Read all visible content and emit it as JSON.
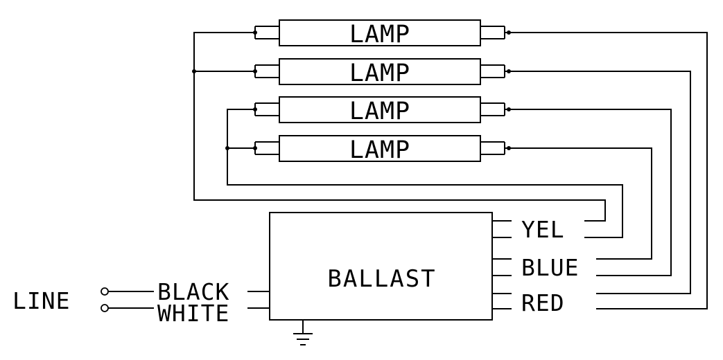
{
  "lamps": [
    {
      "label": "LAMP"
    },
    {
      "label": "LAMP"
    },
    {
      "label": "LAMP"
    },
    {
      "label": "LAMP"
    }
  ],
  "ballast": {
    "label": "BALLAST"
  },
  "outputs": {
    "yellow": "YEL",
    "blue": "BLUE",
    "red": "RED"
  },
  "input": {
    "line": "LINE",
    "black": "BLACK",
    "white": "WHITE"
  }
}
